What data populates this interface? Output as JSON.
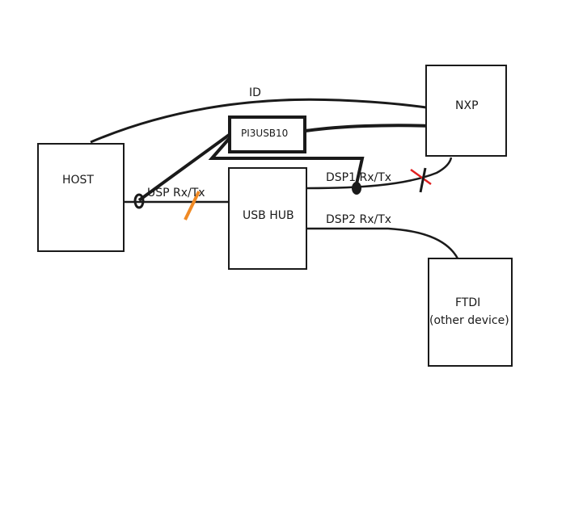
{
  "blocks": {
    "host": "HOST",
    "usb_hub": "USB HUB",
    "nxp": "NXP",
    "pi3usb10": "PI3USB10",
    "ftdi_line1": "FTDI",
    "ftdi_line2": "(other device)"
  },
  "connections": {
    "id": "ID",
    "usp": "USP Rx/Tx",
    "dsp1": "DSP1 Rx/Tx",
    "dsp2": "DSP2 Rx/Tx"
  },
  "colors": {
    "ink": "#1a1a1a",
    "cut_mark": "#f08a24",
    "cross_mark": "#e02020"
  }
}
